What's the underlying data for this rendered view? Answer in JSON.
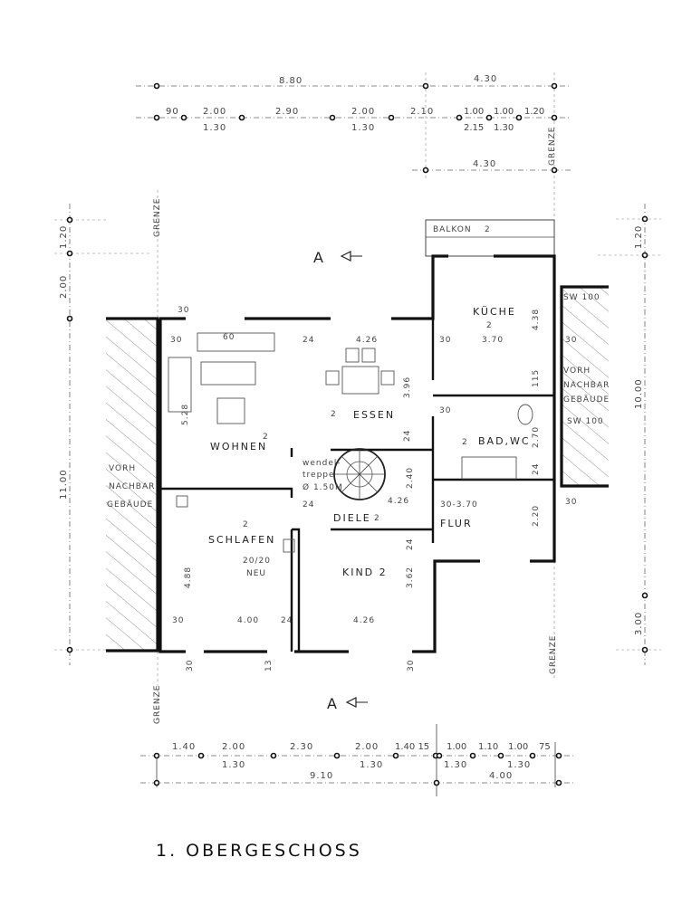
{
  "title": "1. OBERGESCHOSS",
  "section_marker": "A",
  "boundary_label": "GRENZE",
  "top_dims": {
    "total_left": "8.80",
    "total_right": "4.30",
    "total_right_lower": "4.30",
    "segments_upper": [
      "90",
      "2.00",
      "2.90",
      "2.00",
      "2.10",
      "1.00",
      "1.00",
      "1.20"
    ],
    "segments_lower": [
      "1.30",
      "1.30",
      "2.15",
      "1.30"
    ]
  },
  "bottom_dims": {
    "segments_upper": [
      "1.40",
      "2.00",
      "2.30",
      "2.00",
      "1.40 15",
      "1.00",
      "1.10",
      "1.00",
      "75"
    ],
    "segments_lower": [
      "1.30",
      "1.30",
      "1.30",
      "1.30"
    ],
    "total_left": "9.10",
    "total_right": "4.00"
  },
  "left_dims": [
    "1.20",
    "2.00",
    "11.00"
  ],
  "right_dims": [
    "1.20",
    "10.00",
    "3.00"
  ],
  "neighbors": {
    "left": [
      "VORH",
      "NACHBAR",
      "GEBÄUDE"
    ],
    "right": [
      "VORH",
      "NACHBAR",
      "GEBÄUDE"
    ],
    "right_wall_top": "SW 100",
    "right_wall_bottom": "SW 100"
  },
  "rooms": {
    "wohnen": {
      "name": "WOHNEN",
      "floor": "2",
      "dims": [
        "5.28",
        "60"
      ]
    },
    "essen": {
      "name": "ESSEN",
      "floor": "2",
      "dims": [
        "4.26",
        "3.96",
        "24"
      ]
    },
    "diele": {
      "name": "DIELE",
      "floor": "2",
      "dims": [
        "2.40",
        "4.26",
        "24"
      ]
    },
    "stair": [
      "wendel-",
      "treppe",
      "Ø 1.50M"
    ],
    "schlafen": {
      "name": "SCHLAFEN",
      "floor": "2",
      "dims": [
        "4.88",
        "4.00",
        "30",
        "24"
      ],
      "chimney": [
        "20/20",
        "NEU"
      ]
    },
    "kind": {
      "name": "KIND 2",
      "dims": [
        "3.62",
        "4.26",
        "24"
      ]
    },
    "kueche": {
      "name": "KÜCHE",
      "floor": "2",
      "dims": [
        "3.70",
        "4.38",
        "115",
        "30"
      ]
    },
    "bad": {
      "name": "BAD,WC",
      "floor": "2",
      "dims": [
        "2.70",
        "30",
        "24"
      ]
    },
    "flur": {
      "name": "FLUR",
      "dims": [
        "30-3.70",
        "2.20"
      ]
    },
    "balkon": {
      "name": "BALKON",
      "floor": "2"
    }
  },
  "misc_dims": [
    "30",
    "30",
    "30",
    "30",
    "24",
    "13",
    "30",
    "30"
  ]
}
